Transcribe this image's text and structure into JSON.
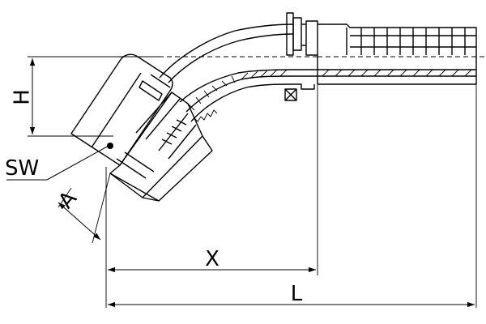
{
  "labels": {
    "h": "H",
    "sw": "SW",
    "a": "A",
    "x": "X",
    "l": "L"
  },
  "colors": {
    "line": "#000000",
    "background": "#ffffff"
  }
}
